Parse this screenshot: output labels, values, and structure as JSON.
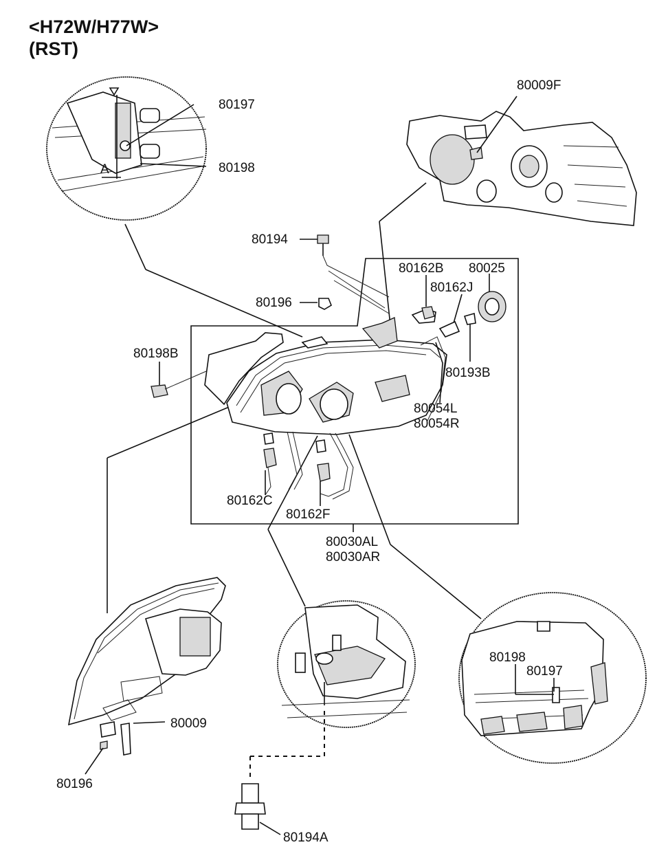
{
  "header": {
    "model": "<H72W/H77W>",
    "variant": "(RST)"
  },
  "detail_marker": "A",
  "part_labels": {
    "p80197_top": "80197",
    "p80198_top": "80198",
    "p80009F": "80009F",
    "p80194": "80194",
    "p80196_mid": "80196",
    "p80162B": "80162B",
    "p80025": "80025",
    "p80162J": "80162J",
    "p80198B": "80198B",
    "p80193B": "80193B",
    "p80054L": "80054L",
    "p80054R": "80054R",
    "p80162C": "80162C",
    "p80162F": "80162F",
    "p80030AL": "80030AL",
    "p80030AR": "80030AR",
    "p80009": "80009",
    "p80196_bottom": "80196",
    "p80198_right": "80198",
    "p80197_right": "80197",
    "p80194A": "80194A"
  }
}
